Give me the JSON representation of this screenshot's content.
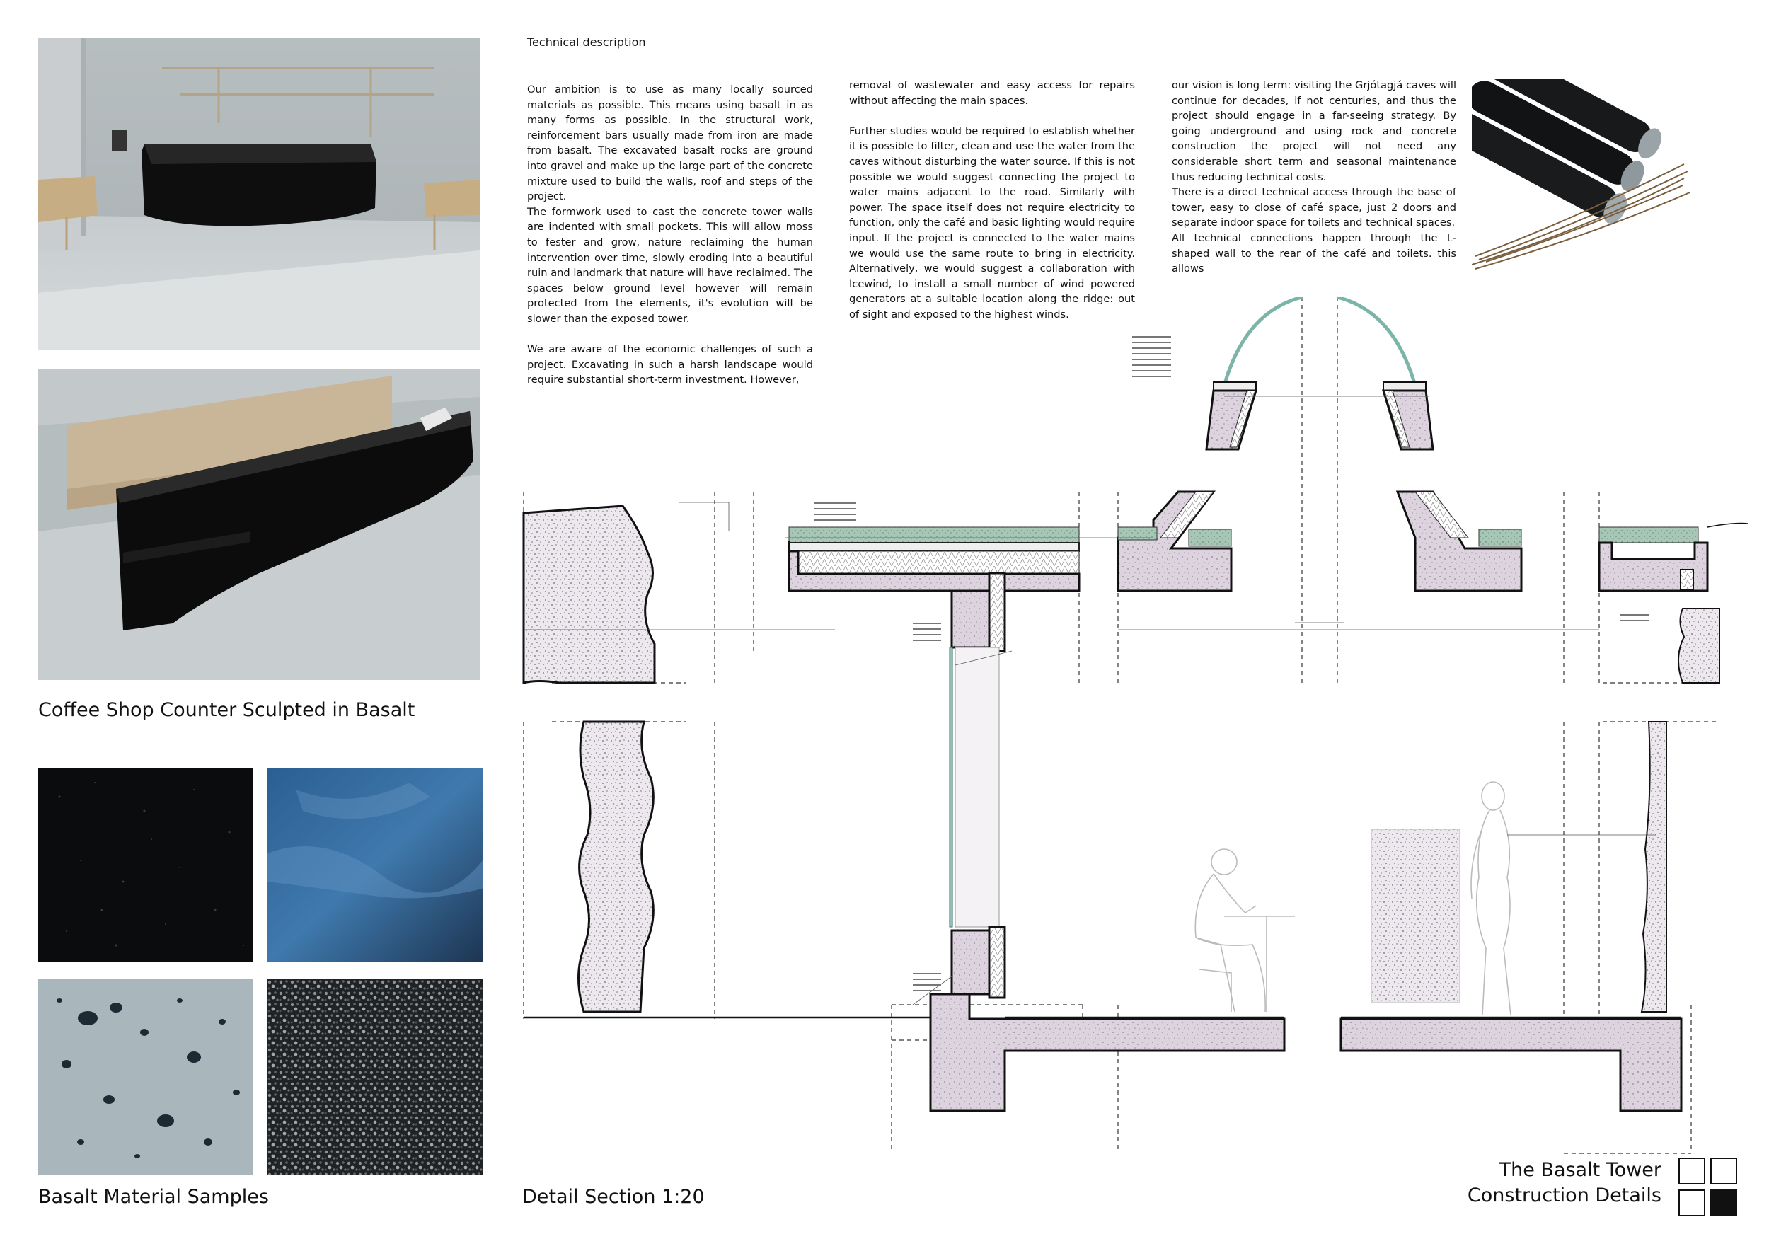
{
  "captions": {
    "counter": "Coffee Shop Counter Sculpted in Basalt",
    "samples": "Basalt Material Samples",
    "section": "Detail Section 1:20"
  },
  "technical": {
    "title": "Technical description",
    "col1": [
      "Our ambition is to use as many locally sourced materials as possible. This means using basalt in as many forms as possible. In the structural work, reinforcement bars usually made from iron are made from basalt. The excavated basalt rocks are ground into gravel and make up the large part of the concrete mixture used to build the walls, roof and steps of the project.",
      "The formwork used to cast the concrete tower walls are indented with small pockets. This will allow moss to fester and grow, nature reclaiming the human intervention over time, slowly eroding into a beautiful ruin and landmark that nature will have reclaimed. The spaces below ground level however will remain protected from the elements, it's evolution will be slower than the exposed tower.",
      "We are aware of the economic challenges of such a project. Excavating in such a harsh landscape would require substantial short-term investment. However,"
    ],
    "col2": [
      "removal of wastewater and easy access for repairs without affecting the main spaces.",
      "Further studies would be required to establish whether it is possible to filter, clean and use the water from the caves without disturbing the water source. If this is not possible we would suggest connecting the project to water mains adjacent to the road. Similarly with power. The space itself does not require electricity to function, only the café and basic lighting would require input. If the project is connected to the water mains we would use the same route to bring in electricity. Alternatively, we would suggest a collaboration with Icewind, to install a small number of wind powered generators at a suitable location along the ridge: out of sight and exposed to the highest winds."
    ],
    "col3": [
      "our vision is long term: visiting the Grjótagjá caves will continue for decades, if not centuries, and thus the project should engage in a far-seeing strategy. By going underground and using rock and concrete construction the project will not need any considerable short term and seasonal maintenance thus reducing technical costs.",
      "There is a direct technical access through the base of tower, easy to close of café space, just 2 doors and separate indoor space for toilets and technical spaces.",
      "All technical connections happen through the L-shaped wall to the rear of the café and toilets. this allows"
    ]
  },
  "titleblock": {
    "line1": "The Basalt Tower",
    "line2": "Construction Details"
  },
  "colors": {
    "basalt": "#141414",
    "concrete": "#d9cfde",
    "green_roof": "#8fb7a4",
    "glass": "#8cc0b4"
  }
}
